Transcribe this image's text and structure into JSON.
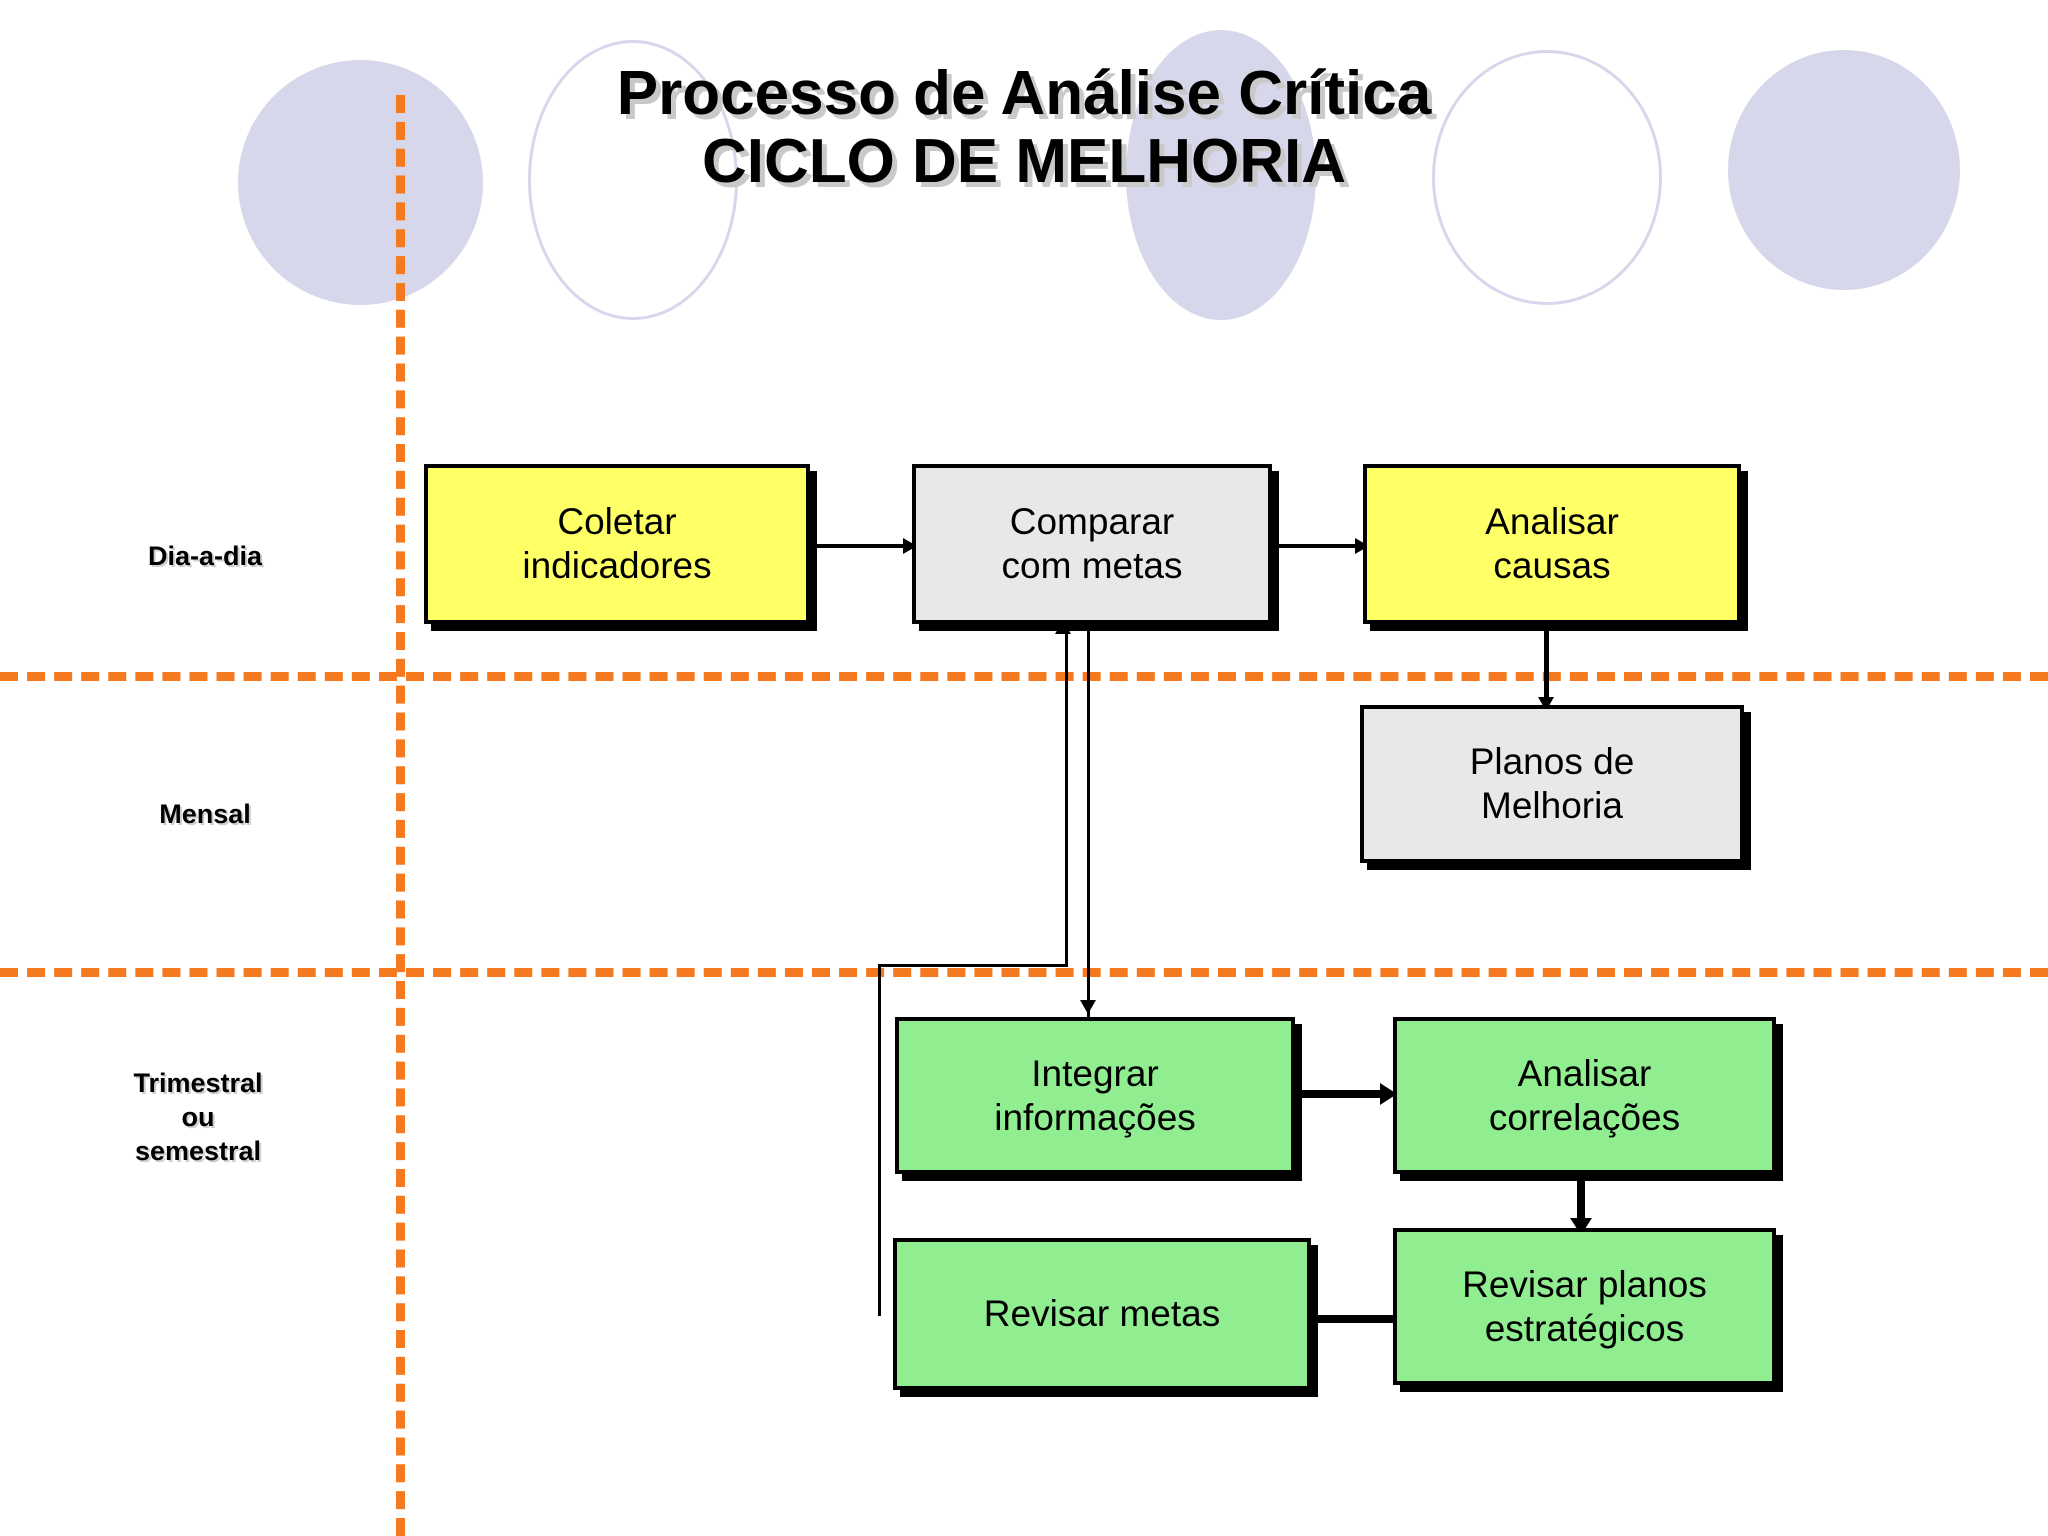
{
  "slide": {
    "title_line1": "Processo de Análise Crítica",
    "title_line2": "CICLO DE MELHORIA",
    "background_color": "#ffffff",
    "accent_color": "#f4791f",
    "decor_circle_color": "#d6d7ea"
  },
  "bands": [
    {
      "id": "dia-a-dia",
      "label": "Dia-a-dia"
    },
    {
      "id": "mensal",
      "label": "Mensal"
    },
    {
      "id": "trimestral",
      "label": "Trimestral\nou\nsemestral"
    }
  ],
  "nodes": [
    {
      "id": "coletar-indicadores",
      "label": "Coletar\nindicadores",
      "color": "#ffff66",
      "band": "dia-a-dia"
    },
    {
      "id": "comparar-com-metas",
      "label": "Comparar\ncom metas",
      "color": "#e8e8ea",
      "band": "dia-a-dia"
    },
    {
      "id": "analisar-causas",
      "label": "Analisar\ncausas",
      "color": "#ffff66",
      "band": "dia-a-dia"
    },
    {
      "id": "planos-de-melhoria",
      "label": "Planos de\nMelhoria",
      "color": "#e8e8ea",
      "band": "mensal"
    },
    {
      "id": "integrar-informacoes",
      "label": "Integrar\ninformações",
      "color": "#90ee90",
      "band": "trimestral"
    },
    {
      "id": "analisar-correlacoes",
      "label": "Analisar\ncorrelações",
      "color": "#90ee90",
      "band": "trimestral"
    },
    {
      "id": "revisar-planos",
      "label": "Revisar planos\nestratégicos",
      "color": "#90ee90",
      "band": "trimestral"
    },
    {
      "id": "revisar-metas",
      "label": "Revisar metas",
      "color": "#90ee90",
      "band": "trimestral"
    }
  ],
  "edges": [
    {
      "from": "coletar-indicadores",
      "to": "comparar-com-metas"
    },
    {
      "from": "comparar-com-metas",
      "to": "analisar-causas"
    },
    {
      "from": "analisar-causas",
      "to": "planos-de-melhoria"
    },
    {
      "from": "planos-de-melhoria",
      "to": "comparar-com-metas"
    },
    {
      "from": "comparar-com-metas",
      "to": "integrar-informacoes"
    },
    {
      "from": "integrar-informacoes",
      "to": "analisar-correlacoes"
    },
    {
      "from": "analisar-correlacoes",
      "to": "revisar-planos"
    },
    {
      "from": "revisar-planos",
      "to": "revisar-metas"
    },
    {
      "from": "revisar-metas",
      "to": "comparar-com-metas"
    }
  ]
}
